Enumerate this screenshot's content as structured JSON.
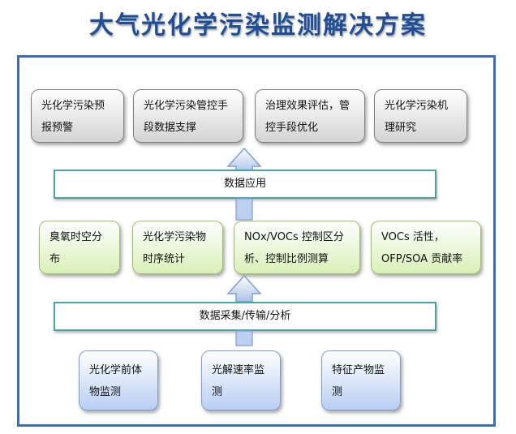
{
  "title": "大气光化学污染监测解决方案",
  "top_row": [
    {
      "line1": "光化学污染预",
      "line2": "报预警"
    },
    {
      "line1": "光化学污染管控手",
      "line2": "段数据支撑"
    },
    {
      "line1": "治理效果评估，管",
      "line2": "控手段优化"
    },
    {
      "line1": "光化学污染机",
      "line2": "理研究"
    }
  ],
  "bar_upper": "数据应用",
  "middle_row": [
    {
      "line1": "臭氧时空分",
      "line2": "布"
    },
    {
      "line1": "光化学污染物",
      "line2": "时序统计"
    },
    {
      "line1": "NOx/VOCs 控制区分",
      "line2": "析、控制比例测算"
    },
    {
      "line1": "VOCs 活性，",
      "line2": "OFP/SOA 贡献率"
    }
  ],
  "bar_lower": "数据采集/传输/分析",
  "bottom_row": [
    {
      "line1": "光化学前体",
      "line2": "物监测"
    },
    {
      "line1": "光解速率监",
      "line2": "测"
    },
    {
      "line1": "特征产物监",
      "line2": "测"
    }
  ]
}
